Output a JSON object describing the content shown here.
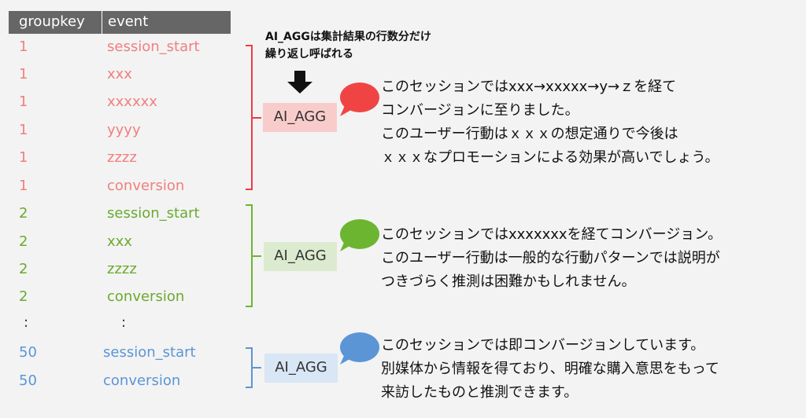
{
  "table": {
    "headers": [
      "groupkey",
      "event"
    ],
    "red_rows": [
      {
        "key": "1",
        "event": "session_start"
      },
      {
        "key": "1",
        "event": "xxx"
      },
      {
        "key": "1",
        "event": "xxxxxx"
      },
      {
        "key": "1",
        "event": "yyyy"
      },
      {
        "key": "1",
        "event": "zzzz"
      },
      {
        "key": "1",
        "event": "conversion"
      }
    ],
    "green_rows": [
      {
        "key": "2",
        "event": "session_start"
      },
      {
        "key": "2",
        "event": "xxx"
      },
      {
        "key": "2",
        "event": "zzzz"
      },
      {
        "key": "2",
        "event": "conversion"
      }
    ],
    "ellipsis": ":",
    "blue_rows": [
      {
        "key": "50",
        "event": "session_start"
      },
      {
        "key": "50",
        "event": "conversion"
      }
    ]
  },
  "note": {
    "line1": "AI_AGGは集計結果の行数分だけ",
    "line2": "繰り返し呼ばれる"
  },
  "boxes": [
    {
      "label": "AI_AGG",
      "color": "#f9cccc"
    },
    {
      "label": "AI_AGG",
      "color": "#dcebcf"
    },
    {
      "label": "AI_AGG",
      "color": "#d9e6f5"
    }
  ],
  "bubbles": [
    {
      "color": "#f04444",
      "lines": [
        "このセッションではxxx→xxxxx→y→ｚを経て",
        "コンバージョンに至りました。",
        "このユーザー行動はｘｘｘの想定通りで今後は",
        "ｘｘｘなプロモーションによる効果が高いでしょう。"
      ]
    },
    {
      "color": "#6cb530",
      "lines": [
        "このセッションではxxxxxxxを経てコンバージョン。",
        "このユーザー行動は一般的な行動パターンでは説明が",
        "つきづらく推測は困難かもしれません。"
      ]
    },
    {
      "color": "#5b95d6",
      "lines": [
        "このセッションでは即コンバージョンしています。",
        "別媒体から情報を得ており、明確な購入意思をもって",
        "来訪したものと推測できます。"
      ]
    }
  ],
  "colors": {
    "red": "#f07f7f",
    "green": "#6aaa2e",
    "blue": "#5b95d6",
    "header_bg": "#666666"
  }
}
